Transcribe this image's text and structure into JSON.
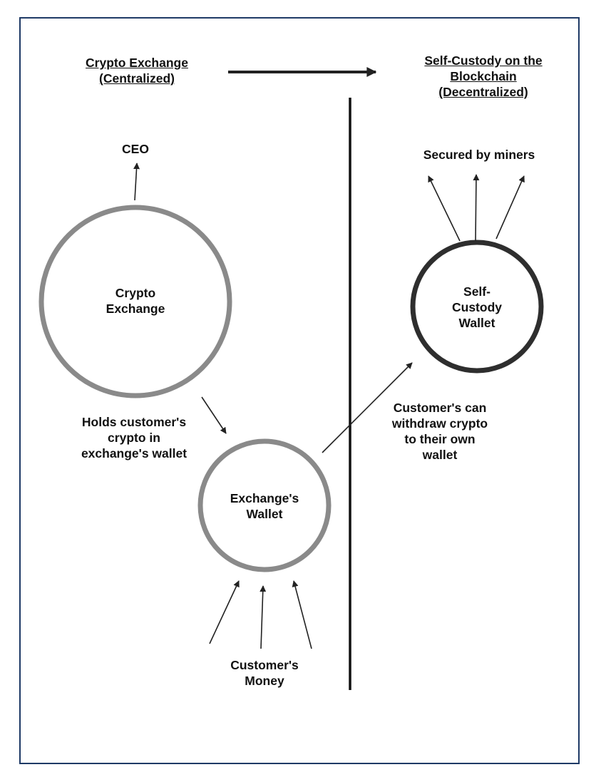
{
  "headers": {
    "left": [
      "Crypto Exchange",
      "(Centralized)"
    ],
    "right": [
      "Self-Custody on the",
      "Blockchain",
      "(Decentralized)"
    ]
  },
  "nodes": {
    "crypto_exchange": [
      "Crypto",
      "Exchange"
    ],
    "exchange_wallet": [
      "Exchange's",
      "Wallet"
    ],
    "self_custody_wallet": [
      "Self-",
      "Custody",
      "Wallet"
    ]
  },
  "labels": {
    "ceo": "CEO",
    "holds": [
      "Holds customer's",
      "crypto in",
      "exchange's wallet"
    ],
    "customers_money": [
      "Customer's",
      "Money"
    ],
    "secured": "Secured by miners",
    "withdraw": [
      "Customer's can",
      "withdraw crypto",
      "to their own",
      "wallet"
    ]
  },
  "colors": {
    "frame": "#1f3a66",
    "centralized_circle": "#8a8a8a",
    "decentralized_circle": "#2e2e2e",
    "arrow": "#222222",
    "divider": "#111111"
  }
}
